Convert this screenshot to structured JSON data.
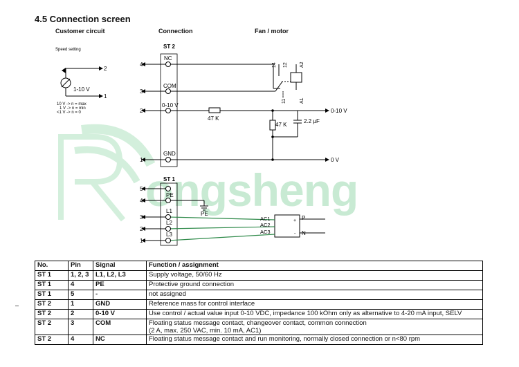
{
  "section_title": "4.5 Connection screen",
  "column_labels": {
    "customer": "Customer circuit",
    "connection": "Connection",
    "fan": "Fan / motor"
  },
  "customer_circuit": {
    "speed_setting": "Speed setting",
    "pot_range": "1-10 V",
    "pin_top": "2",
    "pin_bottom": "1",
    "notes": [
      "10 V -> n = max",
      "1 V -> n = min",
      "<1 V -> n = 0"
    ]
  },
  "st2": {
    "name": "ST 2",
    "terminals": [
      {
        "num": "4",
        "label": "NC"
      },
      {
        "num": "3",
        "label": "COM"
      },
      {
        "num": "2",
        "label": "0-10 V"
      },
      {
        "num": "1",
        "label": "GND"
      }
    ]
  },
  "st1": {
    "name": "ST 1",
    "terminals": [
      {
        "num": "5",
        "label": ""
      },
      {
        "num": "4",
        "label": "PE"
      },
      {
        "num": "3",
        "label": "L1"
      },
      {
        "num": "2",
        "label": "L2"
      },
      {
        "num": "1",
        "label": "L3"
      }
    ],
    "pe_label": "PE"
  },
  "fan_side": {
    "relay_labels": [
      "14",
      "12",
      "A2",
      "11",
      "A1"
    ],
    "resistor_series": "47 K",
    "resistor_shunt": "47 K",
    "capacitor": "2.2 µF",
    "out_0_10": "0-10 V",
    "out_0": "0 V",
    "ac_labels": [
      "AC1",
      "AC2",
      "AC3"
    ],
    "rect_plus": "+",
    "rect_minus": "-",
    "rect_outputs": [
      "P",
      "N"
    ]
  },
  "watermark_text": "ongsheng",
  "table": {
    "headers": [
      "No.",
      "Pin",
      "Signal",
      "Function / assignment"
    ],
    "rows": [
      {
        "no": "ST 1",
        "pin": "1, 2, 3",
        "signal": "L1, L2, L3",
        "function": "Supply voltage, 50/60 Hz"
      },
      {
        "no": "ST 1",
        "pin": "4",
        "signal": "PE",
        "function": "Protective ground connection"
      },
      {
        "no": "ST 1",
        "pin": "5",
        "signal": "-",
        "function": "not assigned"
      },
      {
        "no": "ST 2",
        "pin": "1",
        "signal": "GND",
        "function": "Reference mass for control interface"
      },
      {
        "no": "ST 2",
        "pin": "2",
        "signal": "0-10 V",
        "function": "Use control / actual value input 0-10 VDC, impedance 100 kOhm only as alternative to 4-20 mA input, SELV"
      },
      {
        "no": "ST 2",
        "pin": "3",
        "signal": "COM",
        "function": "Floating status message contact, changeover contact, common connection",
        "function2": "(2 A, max. 250 VAC, min. 10 mA, AC1)"
      },
      {
        "no": "ST 2",
        "pin": "4",
        "signal": "NC",
        "function": "Floating status message contact and run monitoring, normally closed connection or n<80 rpm"
      }
    ]
  },
  "margin_tick": "–",
  "colors": {
    "wire": "#000000",
    "ac_wire": "#2f8a4a",
    "watermark": "#b6e3c5"
  }
}
